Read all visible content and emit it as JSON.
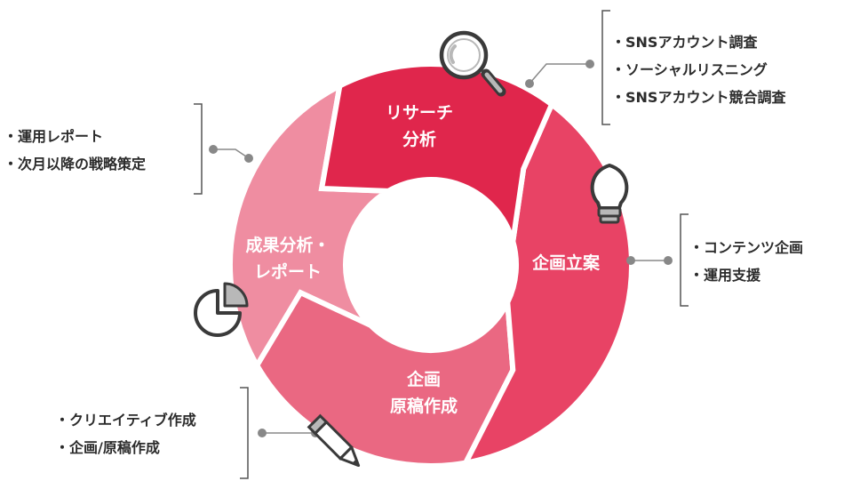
{
  "cycle": {
    "center_fill": "#ffffff",
    "stages": [
      {
        "id": "research",
        "label_lines": [
          "リサーチ",
          "分析"
        ],
        "color": "#e0264c",
        "icon": "magnifier-icon"
      },
      {
        "id": "planning",
        "label_lines": [
          "企画立案"
        ],
        "color": "#e84365",
        "icon": "lightbulb-icon"
      },
      {
        "id": "production",
        "label_lines": [
          "企画",
          "原稿作成"
        ],
        "color": "#ea6882",
        "icon": "pencil-icon"
      },
      {
        "id": "analysis",
        "label_lines": [
          "成果分析・",
          "レポート"
        ],
        "color": "#ef8da1",
        "icon": "pie-chart-icon"
      }
    ]
  },
  "notes": {
    "research": [
      "SNSアカウント調査",
      "ソーシャルリスニング",
      "SNSアカウント競合調査"
    ],
    "planning": [
      "コンテンツ企画",
      "運用支援"
    ],
    "production": [
      "クリエイティブ作成",
      "企画/原稿作成"
    ],
    "analysis": [
      "運用レポート",
      "次月以降の戦略策定"
    ]
  },
  "connector_color": "#888888",
  "bracket_color": "#555555",
  "icon_stroke": "#3a3a3a",
  "icon_fill": "#b8b8b8"
}
